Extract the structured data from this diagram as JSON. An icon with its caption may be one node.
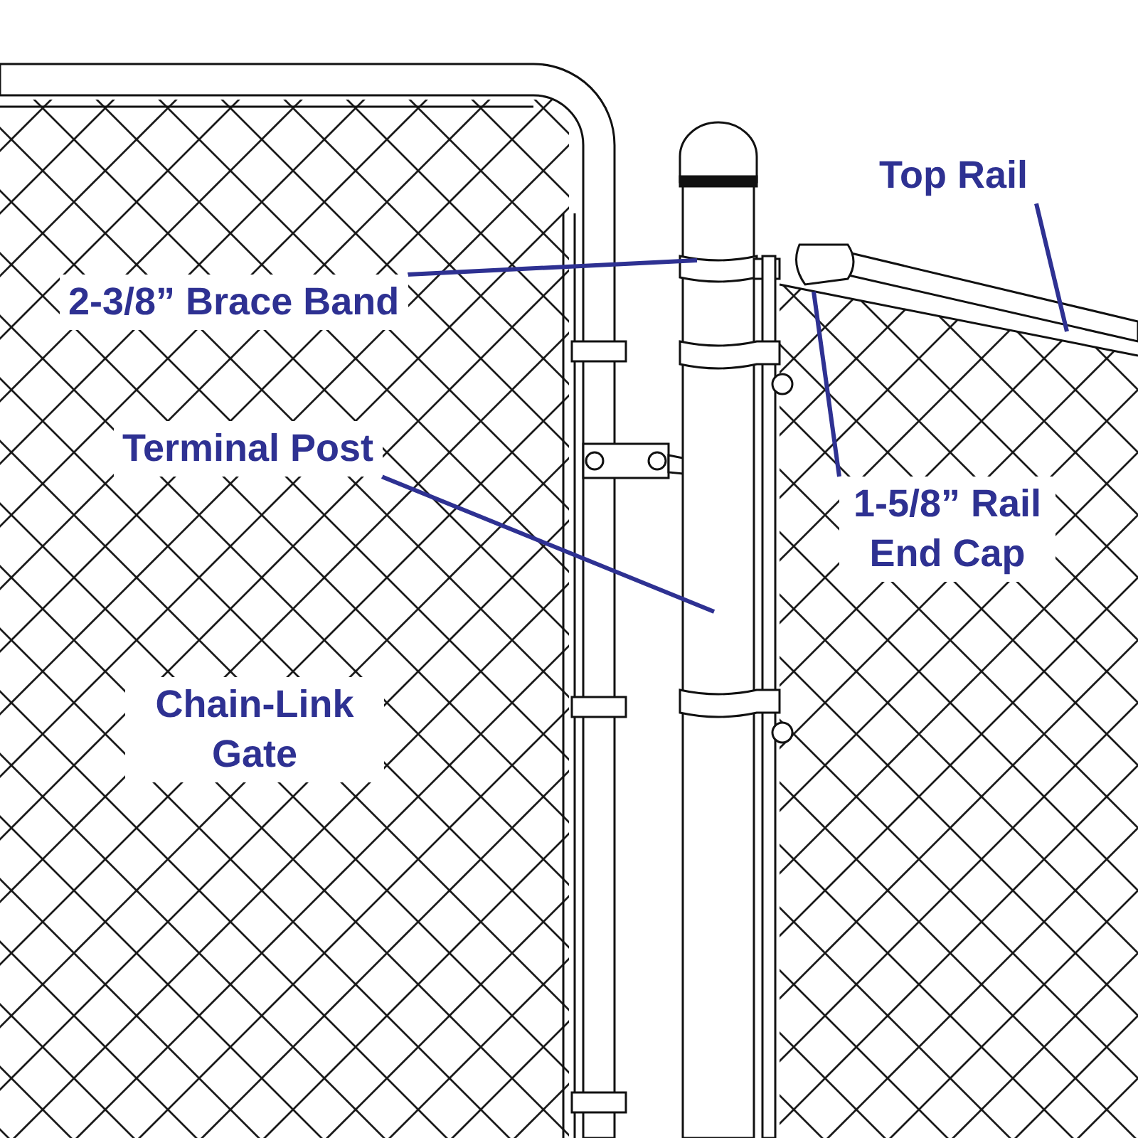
{
  "diagram": {
    "nodes": [
      {
        "text": [
          "2-3/8” Brace Band"
        ]
      },
      {
        "text": [
          "Terminal Post"
        ]
      },
      {
        "text": [
          "Top Rail"
        ]
      },
      {
        "text": [
          "1-5/8” Rail End Cap"
        ]
      }
    ],
    "edges": [
      {
        "from": 0,
        "to": null,
        "arrow": "none"
      },
      {
        "from": 1,
        "to": null,
        "arrow": "none"
      },
      {
        "from": 2,
        "to": null,
        "arrow": "none"
      },
      {
        "from": 3,
        "to": null,
        "arrow": "none"
      }
    ],
    "labels": [
      "Chain-Link Gate"
    ]
  }
}
